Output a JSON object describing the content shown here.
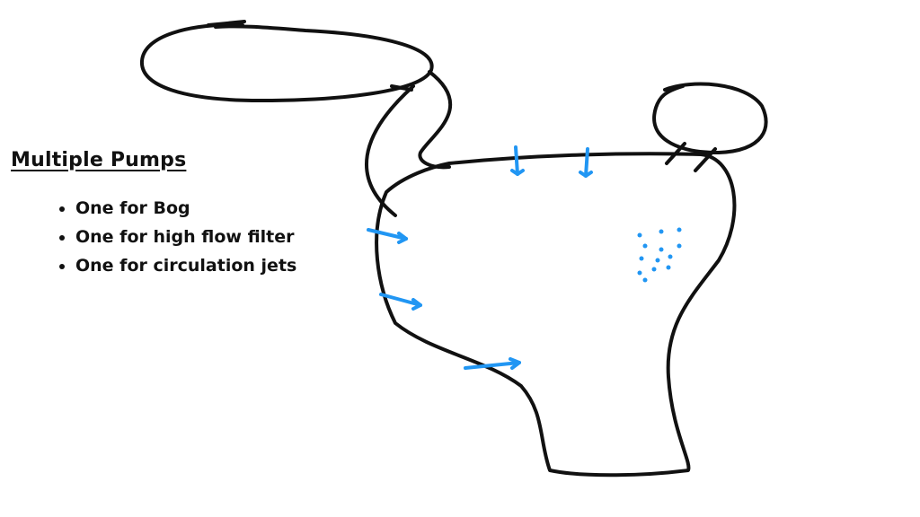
{
  "heading": "Multiple Pumps",
  "bullets": [
    "One for Bog",
    "One for high flow filter",
    "One for circulation jets"
  ],
  "colors": {
    "ink": "#111111",
    "fixture": "#2196F3"
  }
}
